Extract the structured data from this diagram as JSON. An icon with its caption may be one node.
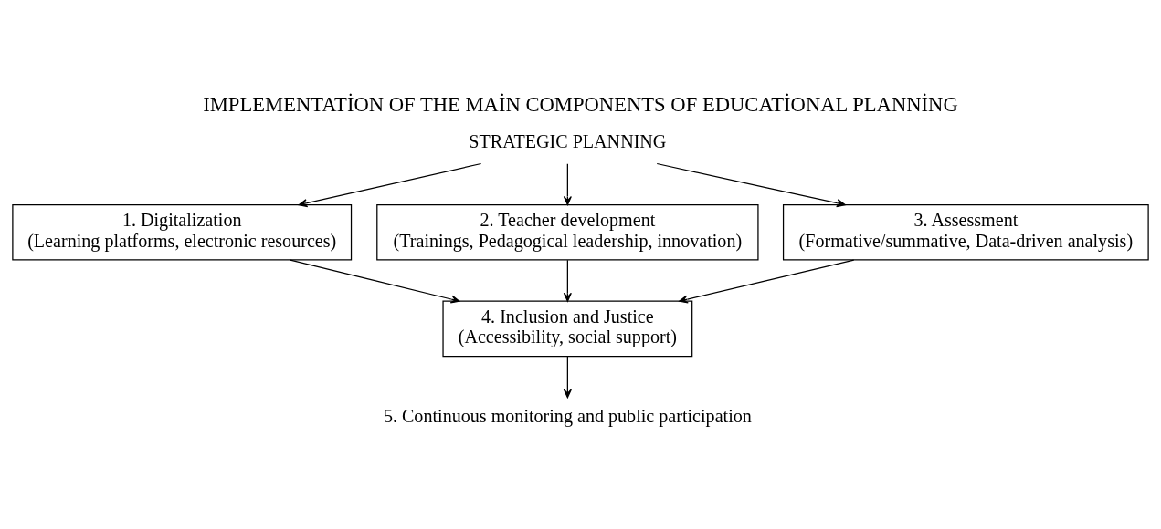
{
  "diagram": {
    "title": "IMPLEMENTATİON OF THE MAİN COMPONENTS OF EDUCATİONAL PLANNİNG",
    "nodes": [
      {
        "text": [
          "STRATEGIC PLANNING"
        ]
      },
      {
        "text": [
          "1. Digitalization",
          "(Learning platforms, electronic resources)"
        ]
      },
      {
        "text": [
          "2. Teacher development",
          "(Trainings, Pedagogical leadership, innovation)"
        ]
      },
      {
        "text": [
          "3. Assessment",
          "(Formative/summative, Data-driven analysis)"
        ]
      },
      {
        "text": [
          "4. Inclusion and Justice",
          "(Accessibility, social support)"
        ]
      },
      {
        "text": [
          "5. Continuous monitoring and public participation"
        ]
      }
    ],
    "edges": [
      {
        "from": 0,
        "to": 1,
        "arrow": "to"
      },
      {
        "from": 0,
        "to": 2,
        "arrow": "to"
      },
      {
        "from": 0,
        "to": 3,
        "arrow": "to"
      },
      {
        "from": 1,
        "to": 4,
        "arrow": "to"
      },
      {
        "from": 2,
        "to": 4,
        "arrow": "to"
      },
      {
        "from": 3,
        "to": 4,
        "arrow": "to"
      },
      {
        "from": 4,
        "to": 5,
        "arrow": "to"
      }
    ]
  }
}
